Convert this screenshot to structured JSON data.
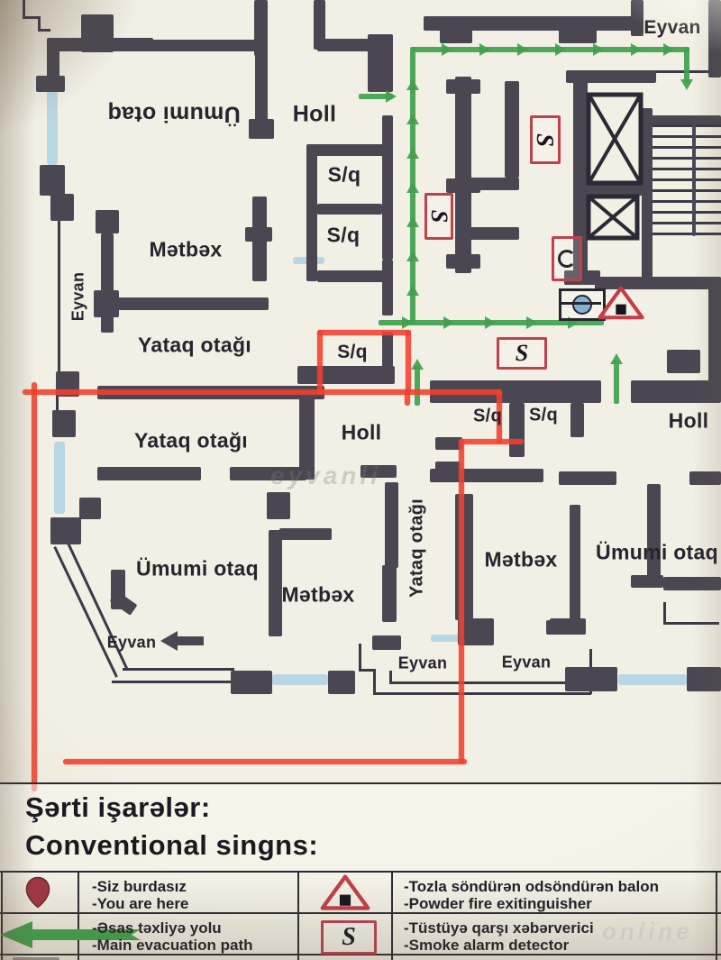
{
  "colors": {
    "wall": "#4b4752",
    "evacuation_green": "#3fa24d",
    "route_red": "#f3402f",
    "icon_red": "#c0404d",
    "window_blue": "#a9cfe2",
    "paper": "#f2efe4"
  },
  "map": {
    "labels": [
      {
        "id": "umumi-otaq-top",
        "text": "Ümumi otaq"
      },
      {
        "id": "holl-top",
        "text": "Holl"
      },
      {
        "id": "sq-top-1",
        "text": "S/q"
      },
      {
        "id": "sq-top-2",
        "text": "S/q"
      },
      {
        "id": "metbex-top-left",
        "text": "Mətbəx"
      },
      {
        "id": "eyvan-left",
        "text": "Eyvan"
      },
      {
        "id": "yataq-otagi-top",
        "text": "Yataq otağı"
      },
      {
        "id": "yataq-otagi-mid",
        "text": "Yataq otağı"
      },
      {
        "id": "sq-marked",
        "text": "S/q"
      },
      {
        "id": "holl-mid",
        "text": "Holl"
      },
      {
        "id": "eyvan-top-right",
        "text": "Eyvan"
      },
      {
        "id": "sq-right-1",
        "text": "S/q"
      },
      {
        "id": "sq-right-2",
        "text": "S/q"
      },
      {
        "id": "holl-right",
        "text": "Holl"
      },
      {
        "id": "yataq-otagi-vertical",
        "text": "Yataq otağı"
      },
      {
        "id": "metbex-bottom-left",
        "text": "Mətbəx"
      },
      {
        "id": "umumi-otaq-bottom-left",
        "text": "Ümumi otaq"
      },
      {
        "id": "eyvan-bottom-left",
        "text": "Eyvan"
      },
      {
        "id": "metbex-bottom-right",
        "text": "Mətbəx"
      },
      {
        "id": "umumi-otaq-right",
        "text": "Ümumi otaq"
      },
      {
        "id": "eyvan-bottom-1",
        "text": "Eyvan"
      },
      {
        "id": "eyvan-bottom-2",
        "text": "Eyvan"
      }
    ],
    "icons": {
      "smoke_letter": "S"
    },
    "watermark1": "eyvanli",
    "watermark2": "online"
  },
  "legend": {
    "title_az": "Şərti işarələr:",
    "title_en": "Conventional singns:",
    "rows": [
      {
        "icon": "you-are-here-pin",
        "az": "-Siz burdasız",
        "en": "-You are here"
      },
      {
        "icon": "evacuation-arrow",
        "az": "-Əsas təxliyə yolu",
        "en": "-Main evacuation path"
      },
      {
        "icon": "powder-extinguisher",
        "az": "-Tozla söndürən odsöndürən balon",
        "en": "-Powder fire exitinguisher"
      },
      {
        "icon": "smoke-detector",
        "az": "-Tüstüyə qarşı xəbərverici",
        "en": "-Smoke alarm detector"
      }
    ]
  }
}
